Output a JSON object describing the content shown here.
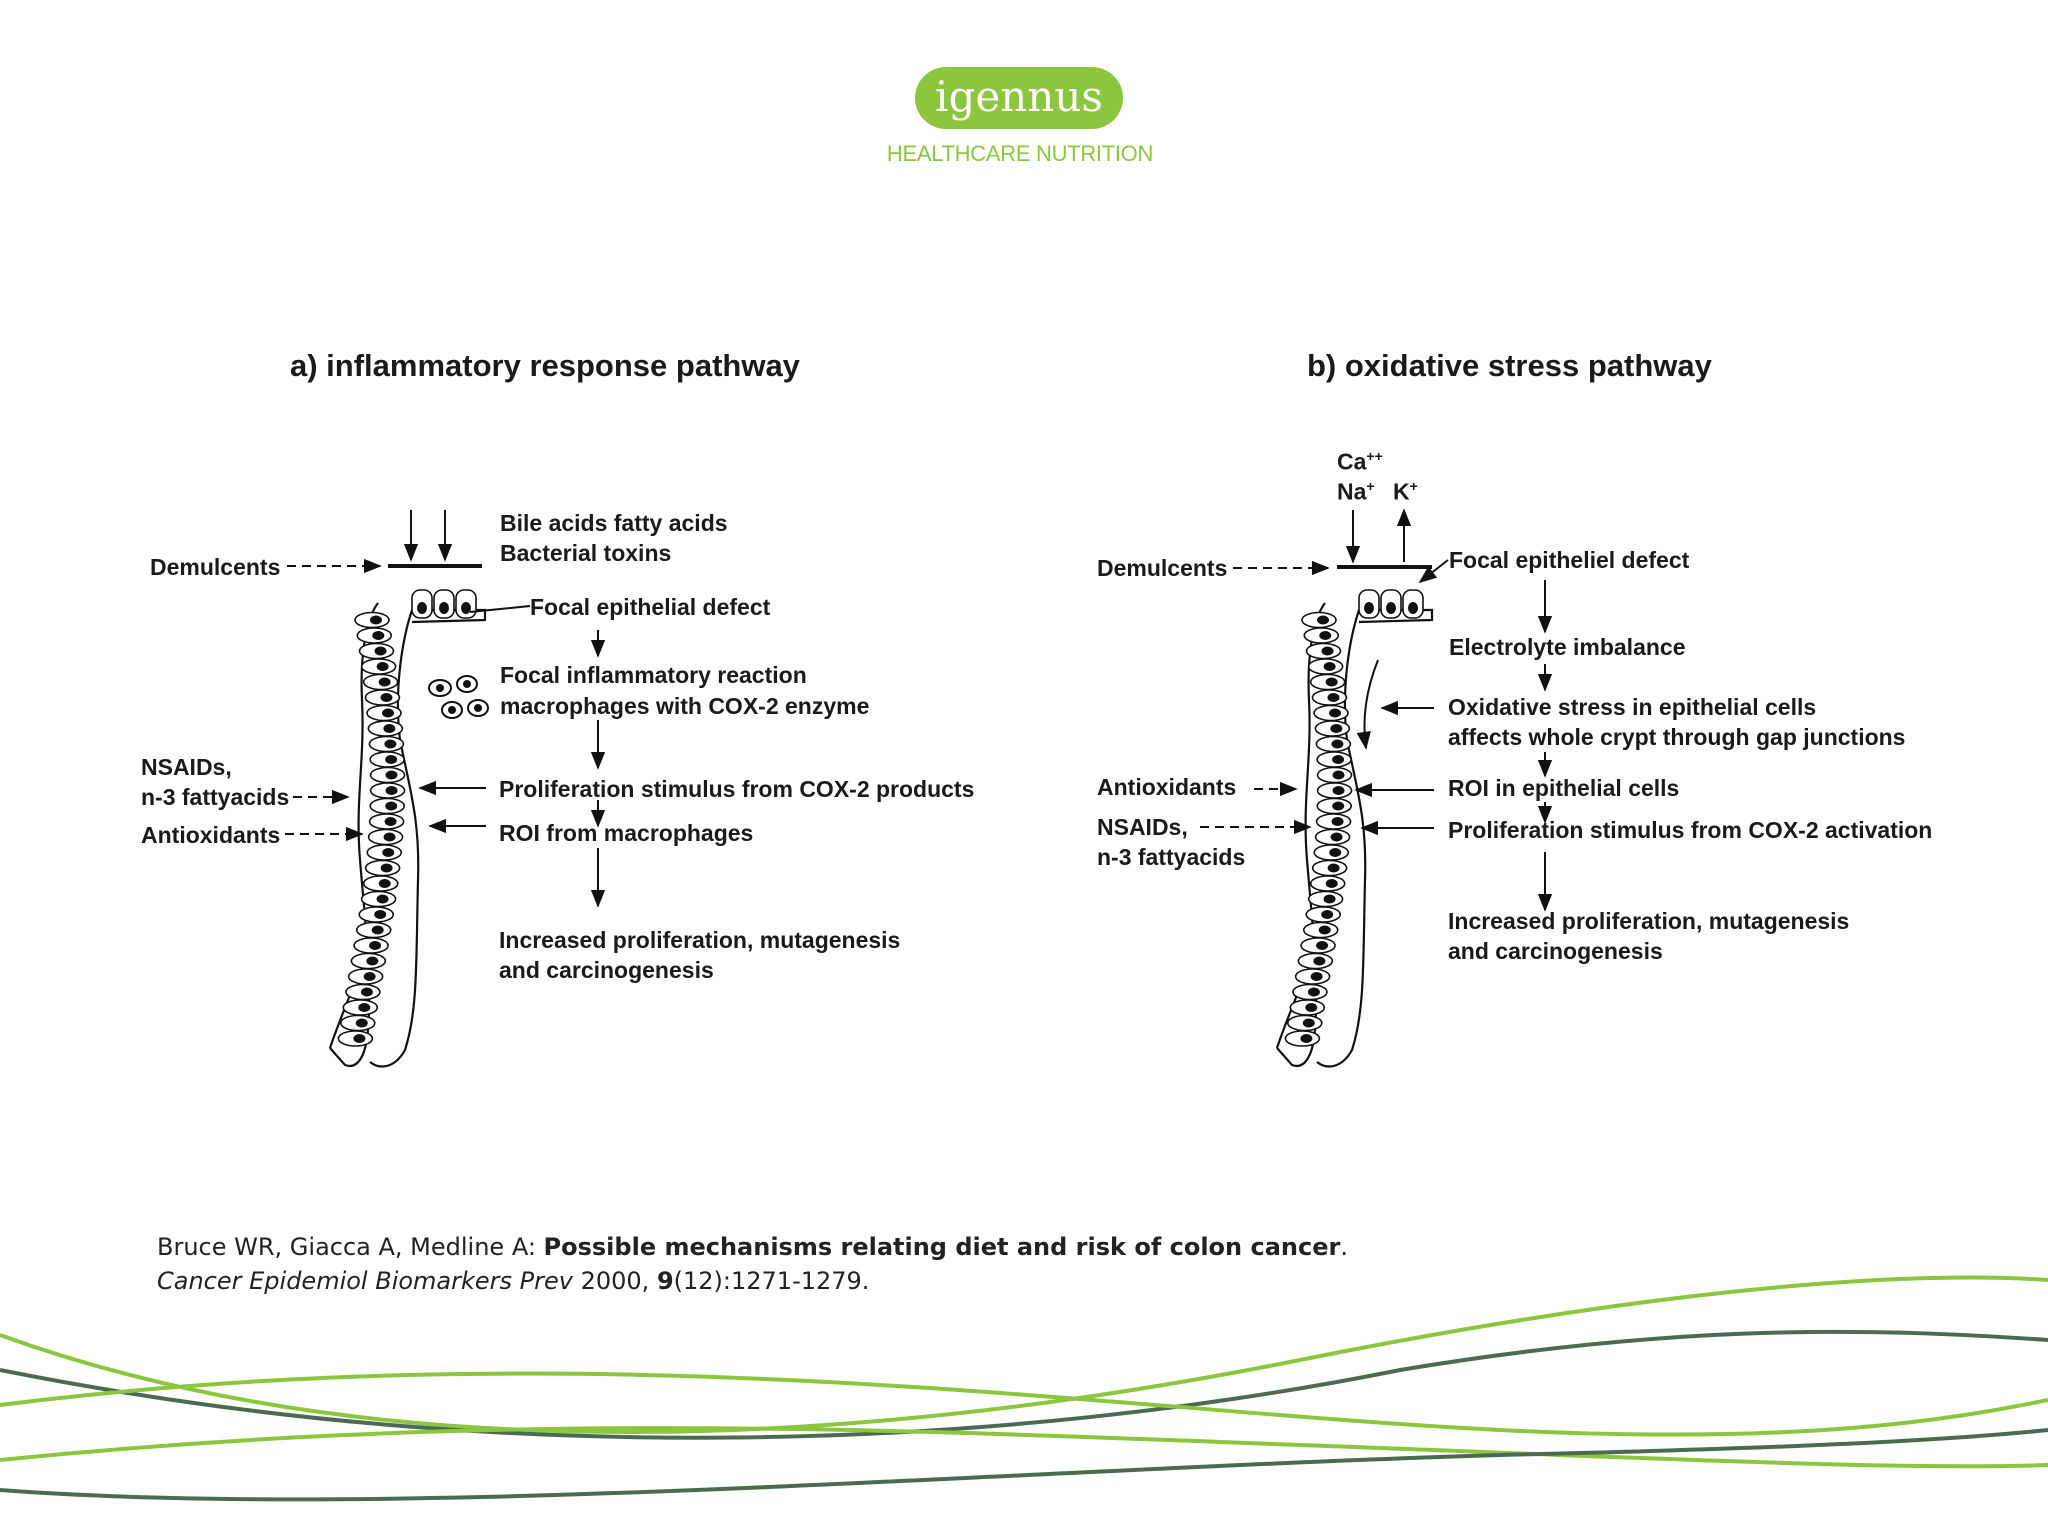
{
  "brand": {
    "logo_text": "igennus",
    "tagline": "HEALTHCARE NUTRITION",
    "colors": {
      "green": "#8cc63f",
      "dark_green": "#4a6b52"
    }
  },
  "panel_a": {
    "title": "a) inflammatory response pathway",
    "labels": {
      "bile_line1": "Bile acids fatty acids",
      "bile_line2": "Bacterial toxins",
      "demulcents": "Demulcents",
      "focal_defect": "Focal epithelial defect",
      "inflam_line1": "Focal inflammatory reaction",
      "inflam_line2": "macrophages with COX-2 enzyme",
      "nsaids_line1": "NSAIDs,",
      "nsaids_line2": "n-3 fattyacids",
      "antioxidants": "Antioxidants",
      "prolif_stimulus": "Proliferation stimulus from COX-2 products",
      "roi": "ROI from macrophages",
      "outcome_line1": "Increased proliferation, mutagenesis",
      "outcome_line2": "and carcinogenesis"
    }
  },
  "panel_b": {
    "title": "b) oxidative stress pathway",
    "labels": {
      "ca": "Ca",
      "ca_sup": "++",
      "na": "Na",
      "na_sup": "+",
      "k": "K",
      "k_sup": "+",
      "demulcents": "Demulcents",
      "focal_defect": "Focal epitheliel defect",
      "electrolyte": "Electrolyte imbalance",
      "oxid_line1": "Oxidative stress in epithelial cells",
      "oxid_line2": "affects whole crypt through gap junctions",
      "antioxidants": "Antioxidants",
      "roi": "ROI in epithelial cells",
      "nsaids_line1": "NSAIDs,",
      "nsaids_line2": "n-3 fattyacids",
      "prolif_stimulus": "Proliferation stimulus from COX-2 activation",
      "outcome_line1": "Increased proliferation, mutagenesis",
      "outcome_line2": "and carcinogenesis"
    }
  },
  "citation": {
    "authors": "Bruce WR, Giacca A, Medline A: ",
    "title": "Possible mechanisms relating diet and risk of colon cancer",
    "title_end": ".",
    "journal": "Cancer Epidemiol Biomarkers Prev",
    "year": " 2000, ",
    "volume": "9",
    "pages": "(12):1271-1279."
  }
}
